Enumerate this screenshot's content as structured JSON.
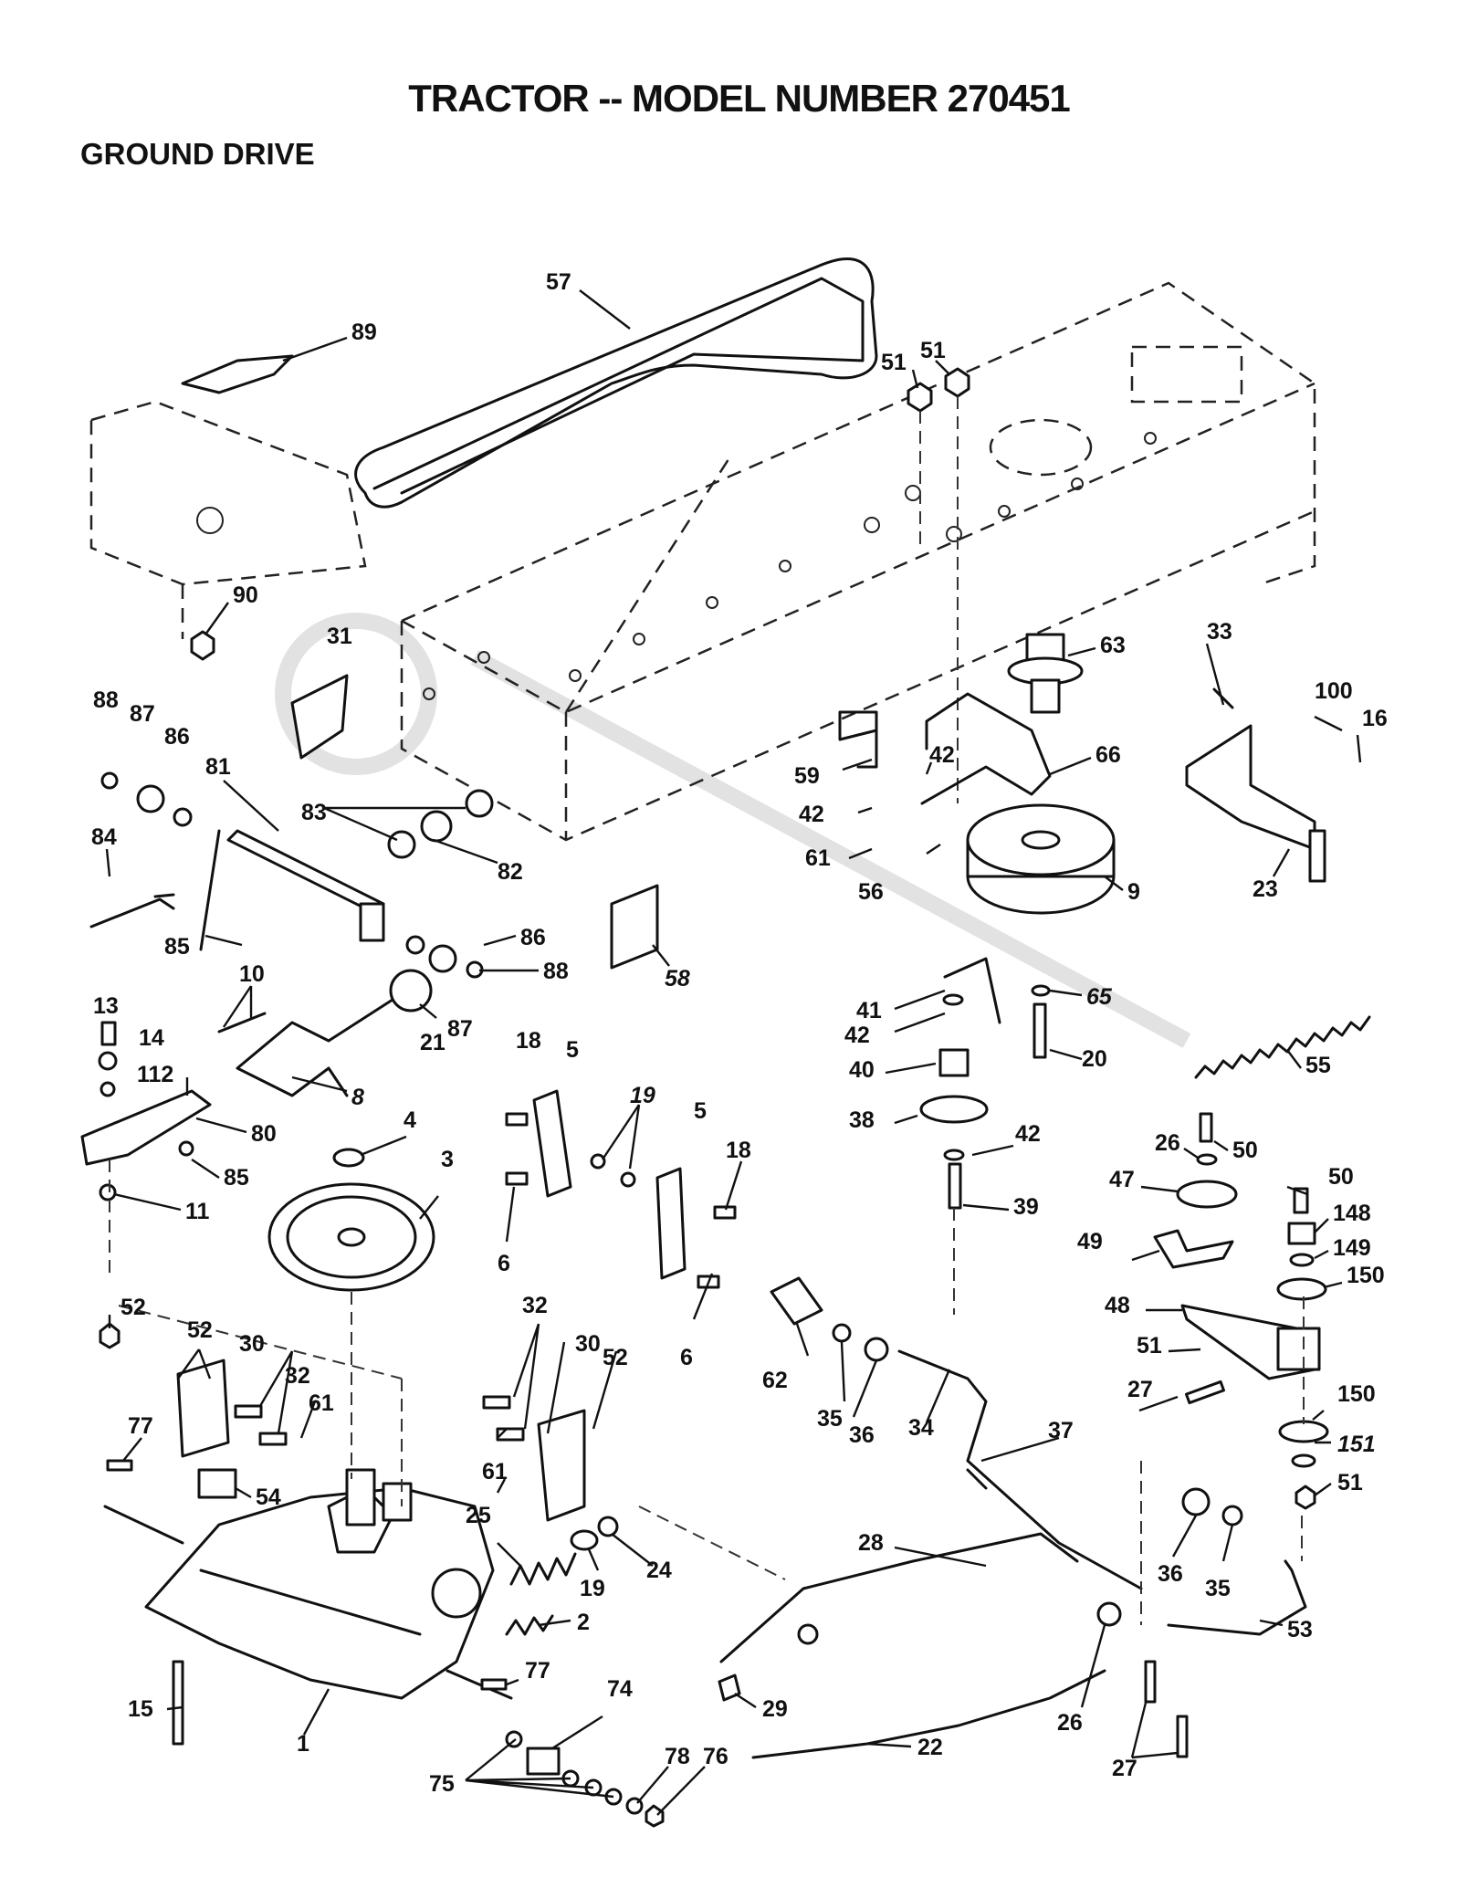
{
  "header": {
    "title": "TRACTOR -- MODEL NUMBER 270451",
    "section": "GROUND DRIVE"
  },
  "callouts": [
    {
      "id": "c57",
      "text": "57"
    },
    {
      "id": "c89",
      "text": "89"
    },
    {
      "id": "c51a",
      "text": "51"
    },
    {
      "id": "c51b",
      "text": "51"
    },
    {
      "id": "c90",
      "text": "90"
    },
    {
      "id": "c31",
      "text": "31"
    },
    {
      "id": "c63",
      "text": "63"
    },
    {
      "id": "c33",
      "text": "33"
    },
    {
      "id": "c100",
      "text": "100"
    },
    {
      "id": "c16",
      "text": "16"
    },
    {
      "id": "c88a",
      "text": "88"
    },
    {
      "id": "c87a",
      "text": "87"
    },
    {
      "id": "c86a",
      "text": "86"
    },
    {
      "id": "c81",
      "text": "81"
    },
    {
      "id": "c59",
      "text": "59"
    },
    {
      "id": "c42a",
      "text": "42"
    },
    {
      "id": "c66",
      "text": "66"
    },
    {
      "id": "c83",
      "text": "83"
    },
    {
      "id": "c42b",
      "text": "42"
    },
    {
      "id": "c84",
      "text": "84"
    },
    {
      "id": "c82",
      "text": "82"
    },
    {
      "id": "c61a",
      "text": "61"
    },
    {
      "id": "c56",
      "text": "56"
    },
    {
      "id": "c23",
      "text": "23"
    },
    {
      "id": "c86b",
      "text": "86"
    },
    {
      "id": "c9",
      "text": "9"
    },
    {
      "id": "c85a",
      "text": "85"
    },
    {
      "id": "c88b",
      "text": "88"
    },
    {
      "id": "c58",
      "text": "58"
    },
    {
      "id": "c10",
      "text": "10"
    },
    {
      "id": "c41",
      "text": "41"
    },
    {
      "id": "c65",
      "text": "65"
    },
    {
      "id": "c87b",
      "text": "87"
    },
    {
      "id": "c13",
      "text": "13"
    },
    {
      "id": "c42c",
      "text": "42"
    },
    {
      "id": "c21",
      "text": "21"
    },
    {
      "id": "c14",
      "text": "14"
    },
    {
      "id": "c18a",
      "text": "18"
    },
    {
      "id": "c5a",
      "text": "5"
    },
    {
      "id": "c20",
      "text": "20"
    },
    {
      "id": "c55",
      "text": "55"
    },
    {
      "id": "c40",
      "text": "40"
    },
    {
      "id": "c112",
      "text": "112"
    },
    {
      "id": "c8",
      "text": "8"
    },
    {
      "id": "c19a",
      "text": "19"
    },
    {
      "id": "c5b",
      "text": "5"
    },
    {
      "id": "c38",
      "text": "38"
    },
    {
      "id": "c42d",
      "text": "42"
    },
    {
      "id": "c80",
      "text": "80"
    },
    {
      "id": "c4",
      "text": "4"
    },
    {
      "id": "c26a",
      "text": "26"
    },
    {
      "id": "c50a",
      "text": "50"
    },
    {
      "id": "c18b",
      "text": "18"
    },
    {
      "id": "c3",
      "text": "3"
    },
    {
      "id": "c85b",
      "text": "85"
    },
    {
      "id": "c47",
      "text": "47"
    },
    {
      "id": "c50b",
      "text": "50"
    },
    {
      "id": "c39",
      "text": "39"
    },
    {
      "id": "c148",
      "text": "148"
    },
    {
      "id": "c11",
      "text": "11"
    },
    {
      "id": "c6a",
      "text": "6"
    },
    {
      "id": "c49",
      "text": "49"
    },
    {
      "id": "c149",
      "text": "149"
    },
    {
      "id": "c150a",
      "text": "150"
    },
    {
      "id": "c52a",
      "text": "52"
    },
    {
      "id": "c32a",
      "text": "32"
    },
    {
      "id": "c48",
      "text": "48"
    },
    {
      "id": "c52b",
      "text": "52"
    },
    {
      "id": "c30a",
      "text": "30"
    },
    {
      "id": "c6b",
      "text": "6"
    },
    {
      "id": "c30b",
      "text": "30"
    },
    {
      "id": "c52c",
      "text": "52"
    },
    {
      "id": "c51c",
      "text": "51"
    },
    {
      "id": "c62",
      "text": "62"
    },
    {
      "id": "c32b",
      "text": "32"
    },
    {
      "id": "c61b",
      "text": "61"
    },
    {
      "id": "c27a",
      "text": "27"
    },
    {
      "id": "c150b",
      "text": "150"
    },
    {
      "id": "c35a",
      "text": "35"
    },
    {
      "id": "c36a",
      "text": "36"
    },
    {
      "id": "c34",
      "text": "34"
    },
    {
      "id": "c77a",
      "text": "77"
    },
    {
      "id": "c151",
      "text": "151"
    },
    {
      "id": "c37",
      "text": "37"
    },
    {
      "id": "c51d",
      "text": "51"
    },
    {
      "id": "c54",
      "text": "54"
    },
    {
      "id": "c61c",
      "text": "61"
    },
    {
      "id": "c25",
      "text": "25"
    },
    {
      "id": "c24",
      "text": "24"
    },
    {
      "id": "c28",
      "text": "28"
    },
    {
      "id": "c36b",
      "text": "36"
    },
    {
      "id": "c35b",
      "text": "35"
    },
    {
      "id": "c19b",
      "text": "19"
    },
    {
      "id": "c53",
      "text": "53"
    },
    {
      "id": "c2",
      "text": "2"
    },
    {
      "id": "c77b",
      "text": "77"
    },
    {
      "id": "c29",
      "text": "29"
    },
    {
      "id": "c26b",
      "text": "26"
    },
    {
      "id": "c15",
      "text": "15"
    },
    {
      "id": "c74",
      "text": "74"
    },
    {
      "id": "c1",
      "text": "1"
    },
    {
      "id": "c22",
      "text": "22"
    },
    {
      "id": "c78",
      "text": "78"
    },
    {
      "id": "c76",
      "text": "76"
    },
    {
      "id": "c27b",
      "text": "27"
    },
    {
      "id": "c75",
      "text": "75"
    }
  ]
}
